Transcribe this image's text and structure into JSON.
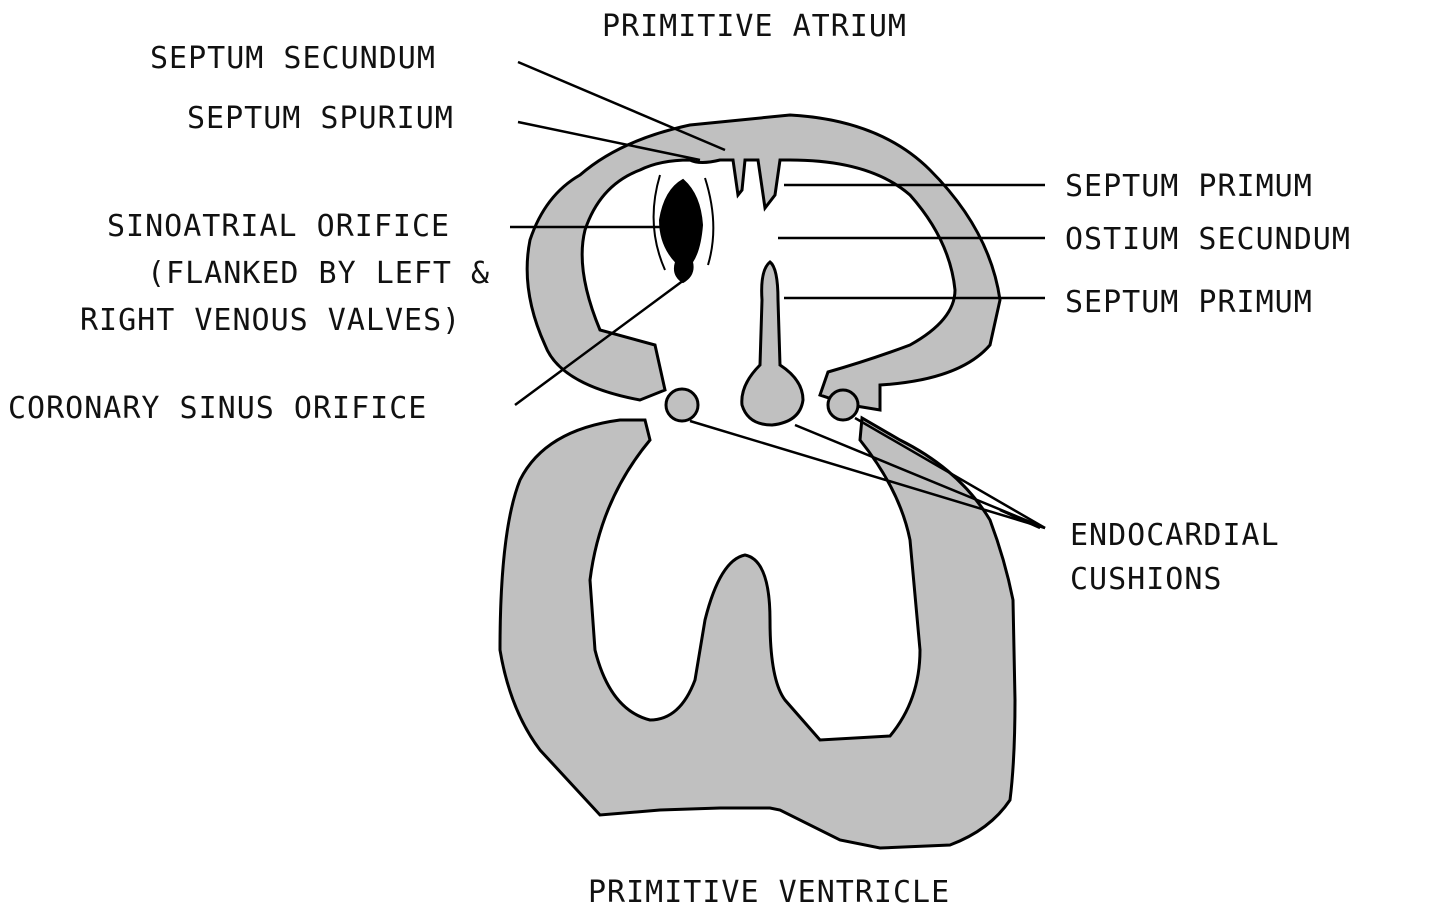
{
  "diagram": {
    "title_top": "PRIMITIVE ATRIUM",
    "title_bottom": "PRIMITIVE VENTRICLE",
    "colors": {
      "tissue": "#c0c0c0",
      "outline": "#000000",
      "orifice": "#000000",
      "background": "#ffffff"
    },
    "labels": {
      "septum_secundum": "SEPTUM SECUNDUM",
      "septum_spurium": "SEPTUM SPURIUM",
      "sinoatrial_orifice": "SINOATRIAL ORIFICE",
      "sinoatrial_note_1": "(FLANKED BY LEFT &",
      "sinoatrial_note_2": "RIGHT VENOUS VALVES)",
      "coronary_sinus_orifice": "CORONARY SINUS ORIFICE",
      "septum_primum_upper": "SEPTUM PRIMUM",
      "ostium_secundum": "OSTIUM SECUNDUM",
      "septum_primum_lower": "SEPTUM PRIMUM",
      "endocardial_cushions_1": "ENDOCARDIAL",
      "endocardial_cushions_2": "CUSHIONS"
    }
  }
}
